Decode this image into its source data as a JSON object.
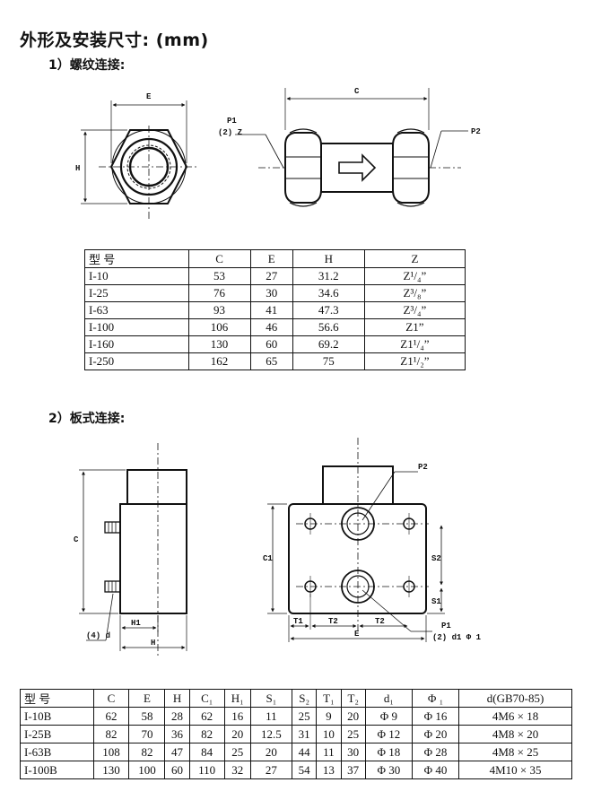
{
  "title": "外形及安装尺寸: (mm)",
  "section1": {
    "heading": "1）螺纹连接:",
    "labels": {
      "E": "E",
      "H": "H",
      "C": "C",
      "P1": "P1",
      "Z2": "(2) Z",
      "P2": "P2"
    },
    "table": {
      "headers": [
        "型 号",
        "C",
        "E",
        "H",
        "Z"
      ],
      "rows": [
        [
          "I-10",
          "53",
          "27",
          "31.2",
          "Z¹/₄”"
        ],
        [
          "I-25",
          "76",
          "30",
          "34.6",
          "Z³/₈”"
        ],
        [
          "I-63",
          "93",
          "41",
          "47.3",
          "Z³/₄”"
        ],
        [
          "I-100",
          "106",
          "46",
          "56.6",
          "Z1”"
        ],
        [
          "I-160",
          "130",
          "60",
          "69.2",
          "Z1¹/₄”"
        ],
        [
          "I-250",
          "162",
          "65",
          "75",
          "Z1¹/₂”"
        ]
      ]
    }
  },
  "section2": {
    "heading": "2）板式连接:",
    "labels": {
      "C": "C",
      "d4": "(4) d",
      "H1": "H1",
      "H": "H",
      "C1": "C1",
      "S2": "S2",
      "S1": "S1",
      "T1": "T1",
      "T2a": "T2",
      "T2b": "T2",
      "E": "E",
      "P2": "P2",
      "P1": "P1",
      "d1": "(2) d1 Φ 1"
    },
    "table": {
      "headers": [
        "型 号",
        "C",
        "E",
        "H",
        "C₁",
        "H₁",
        "S₁",
        "S₂",
        "T₁",
        "T₂",
        "d₁",
        "Φ ₁",
        "d(GB70-85)"
      ],
      "rows": [
        [
          "I-10B",
          "62",
          "58",
          "28",
          "62",
          "16",
          "11",
          "25",
          "9",
          "20",
          "Φ 9",
          "Φ 16",
          "4M6 × 18"
        ],
        [
          "I-25B",
          "82",
          "70",
          "36",
          "82",
          "20",
          "12.5",
          "31",
          "10",
          "25",
          "Φ 12",
          "Φ 20",
          "4M8 × 20"
        ],
        [
          "I-63B",
          "108",
          "82",
          "47",
          "84",
          "25",
          "20",
          "44",
          "11",
          "30",
          "Φ 18",
          "Φ 28",
          "4M8 × 25"
        ],
        [
          "I-100B",
          "130",
          "100",
          "60",
          "110",
          "32",
          "27",
          "54",
          "13",
          "37",
          "Φ 30",
          "Φ 40",
          "4M10 × 35"
        ]
      ]
    }
  }
}
